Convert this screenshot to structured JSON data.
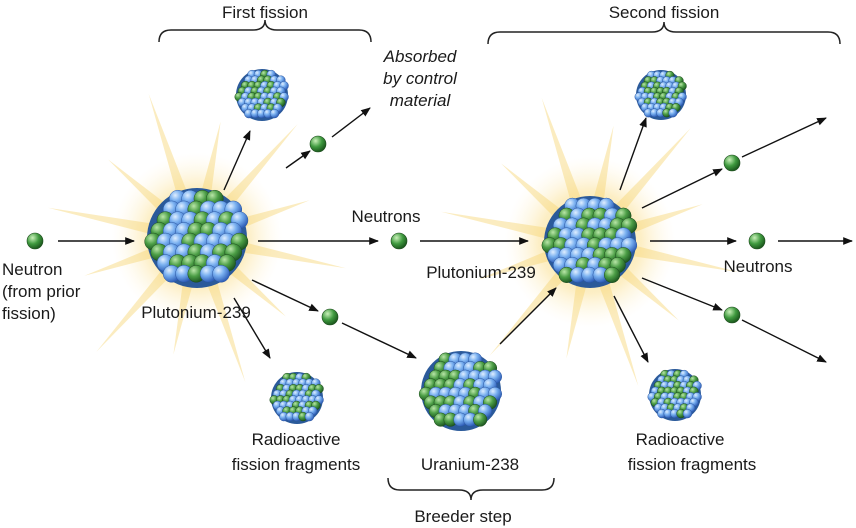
{
  "labels": {
    "first_fission": "First fission",
    "second_fission": "Second fission",
    "absorbed": [
      "Absorbed",
      "by control",
      "material"
    ],
    "neutron_source": [
      "Neutron",
      "(from prior",
      "fission)"
    ],
    "plutonium_left": "Plutonium-239",
    "plutonium_right": "Plutonium-239",
    "neutrons_middle": "Neutrons",
    "neutrons_right": "Neutrons",
    "fragments_left": [
      "Radioactive",
      "fission fragments"
    ],
    "fragments_right": [
      "Radioactive",
      "fission fragments"
    ],
    "uranium": "Uranium-238",
    "breeder_step": "Breeder step"
  },
  "colors": {
    "nucleon_blue": "#6fa6e8",
    "nucleon_green": "#3f8f3f",
    "neutron": "#3c8c3c",
    "glow": "#f6d36b",
    "arrow": "#111111"
  }
}
